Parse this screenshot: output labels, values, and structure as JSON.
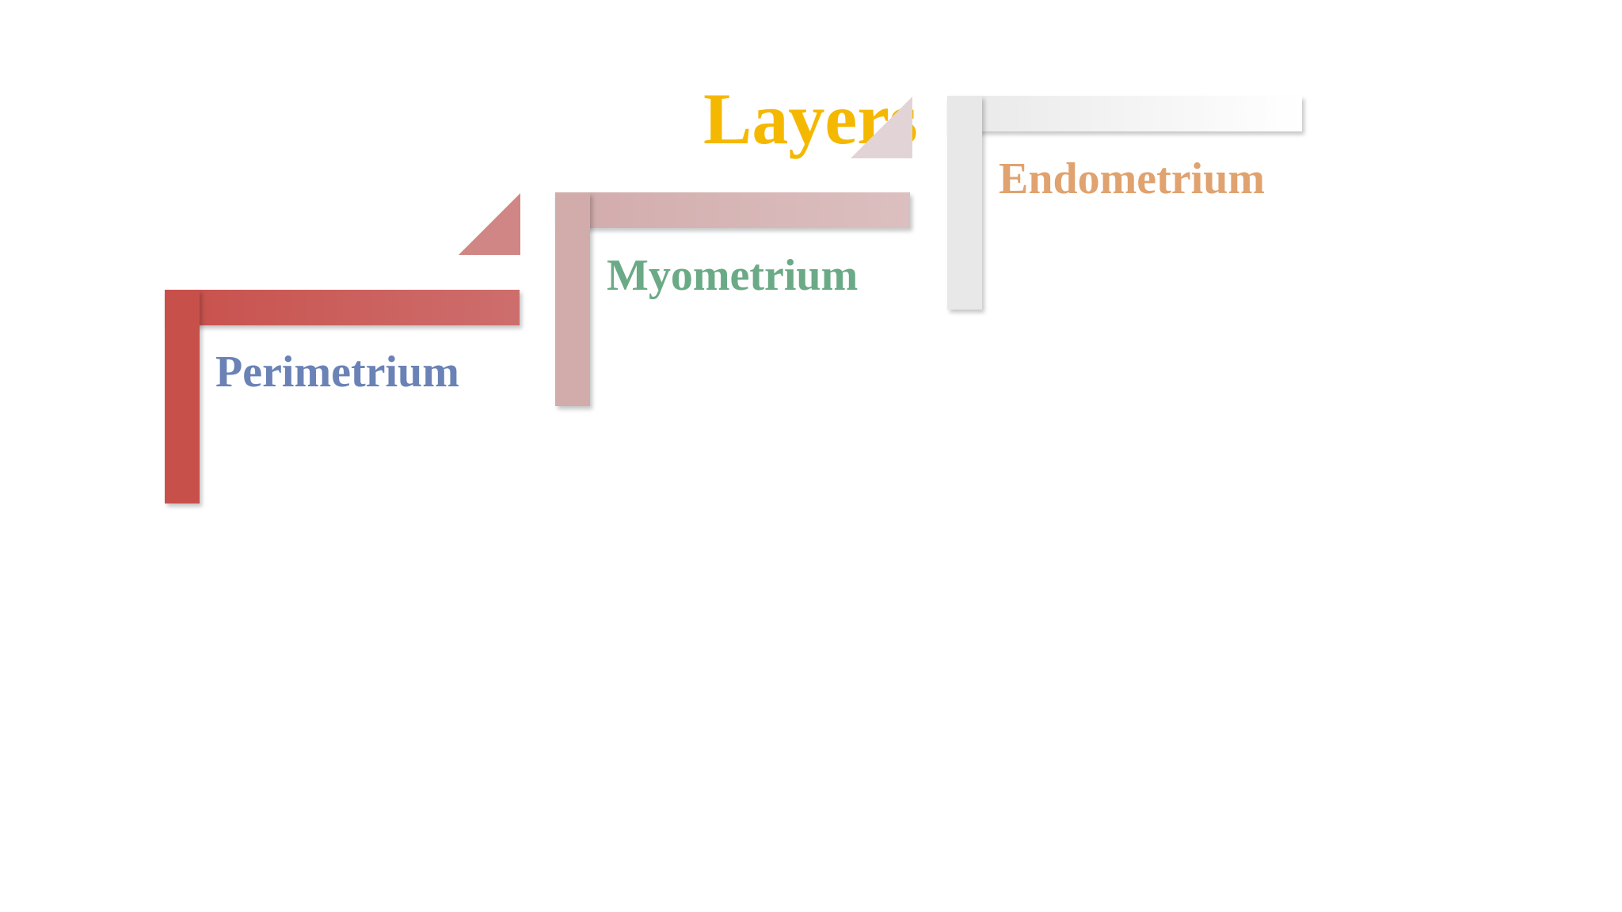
{
  "title": {
    "text": "Layers",
    "color": "#F5B800"
  },
  "steps": [
    {
      "label": "Perimetrium",
      "label_color": "#6A82B6",
      "bar_color_start": "#C8504B",
      "bar_color_end": "#CD6E6D",
      "fold_color": "#D08684"
    },
    {
      "label": "Myometrium",
      "label_color": "#6BAA86",
      "bar_color_start": "#D2ABAB",
      "bar_color_end": "#DCBFC0",
      "fold_color": "#E2D4D6"
    },
    {
      "label": "Endometrium",
      "label_color": "#E0A26E",
      "bar_color_start": "#E8E8E8",
      "bar_color_end": "#FFFFFF"
    }
  ]
}
